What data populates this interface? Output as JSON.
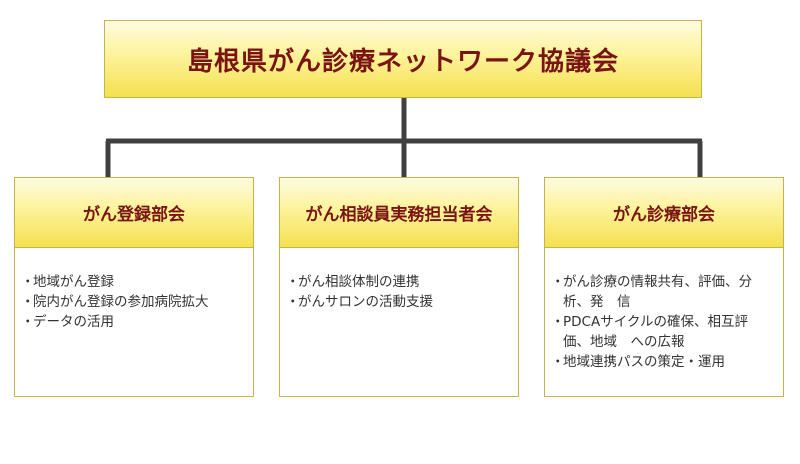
{
  "title": "島根県がん診療ネットワーク協議会",
  "colors": {
    "title_text": "#7a1414",
    "box_border": "#c9b24a",
    "box_fill_top": "#fffbe0",
    "box_fill_bottom": "#f4e04f",
    "connector": "#404040",
    "body_text": "#333333"
  },
  "groups": [
    {
      "title": "がん登録部会",
      "items": [
        "地域がん登録",
        "院内がん登録の参加病院拡大",
        "データの活用"
      ]
    },
    {
      "title": "がん相談員実務担当者会",
      "items": [
        "がん相談体制の連携",
        "がんサロンの活動支援"
      ]
    },
    {
      "title": "がん診療部会",
      "items": [
        "がん診療の情報共有、評価、分析、発　信",
        "PDCAサイクルの確保、相互評価、地域　への広報",
        "地域連携パスの策定・運用"
      ]
    }
  ]
}
